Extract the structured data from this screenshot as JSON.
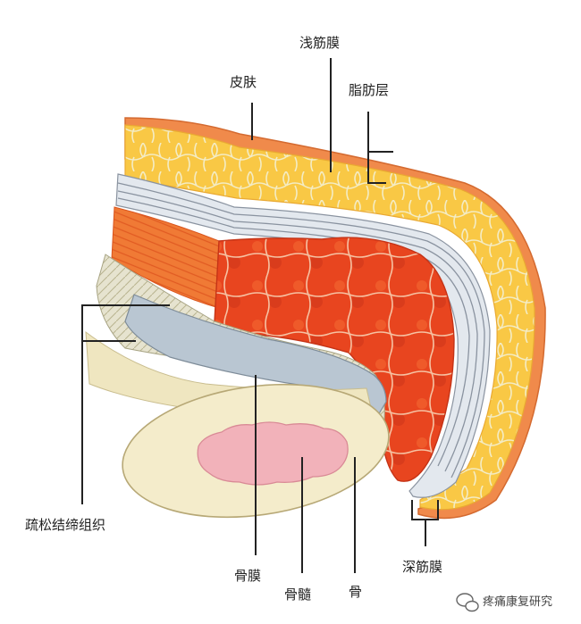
{
  "labels": {
    "skin": "皮肤",
    "superficial_fascia": "浅筋膜",
    "fat_layer": "脂肪层",
    "loose_connective_tissue": "疏松结缔组织",
    "periosteum": "骨膜",
    "bone_marrow": "骨髓",
    "bone": "骨",
    "deep_fascia": "深筋膜"
  },
  "watermark": "疼痛康复研究",
  "colors": {
    "skin": "#f08a4b",
    "fat": "#f9c845",
    "fat_outline": "#f3e7b0",
    "fascia": "#dfe4ea",
    "fascia_lines": "#8a93a0",
    "muscle": "#e8451f",
    "muscle_band": "#f07a35",
    "periosteum": "#b9c6d2",
    "bone": "#f4eccb",
    "marrow": "#f2b2ba",
    "loose_tissue": "#d8d8c0"
  }
}
